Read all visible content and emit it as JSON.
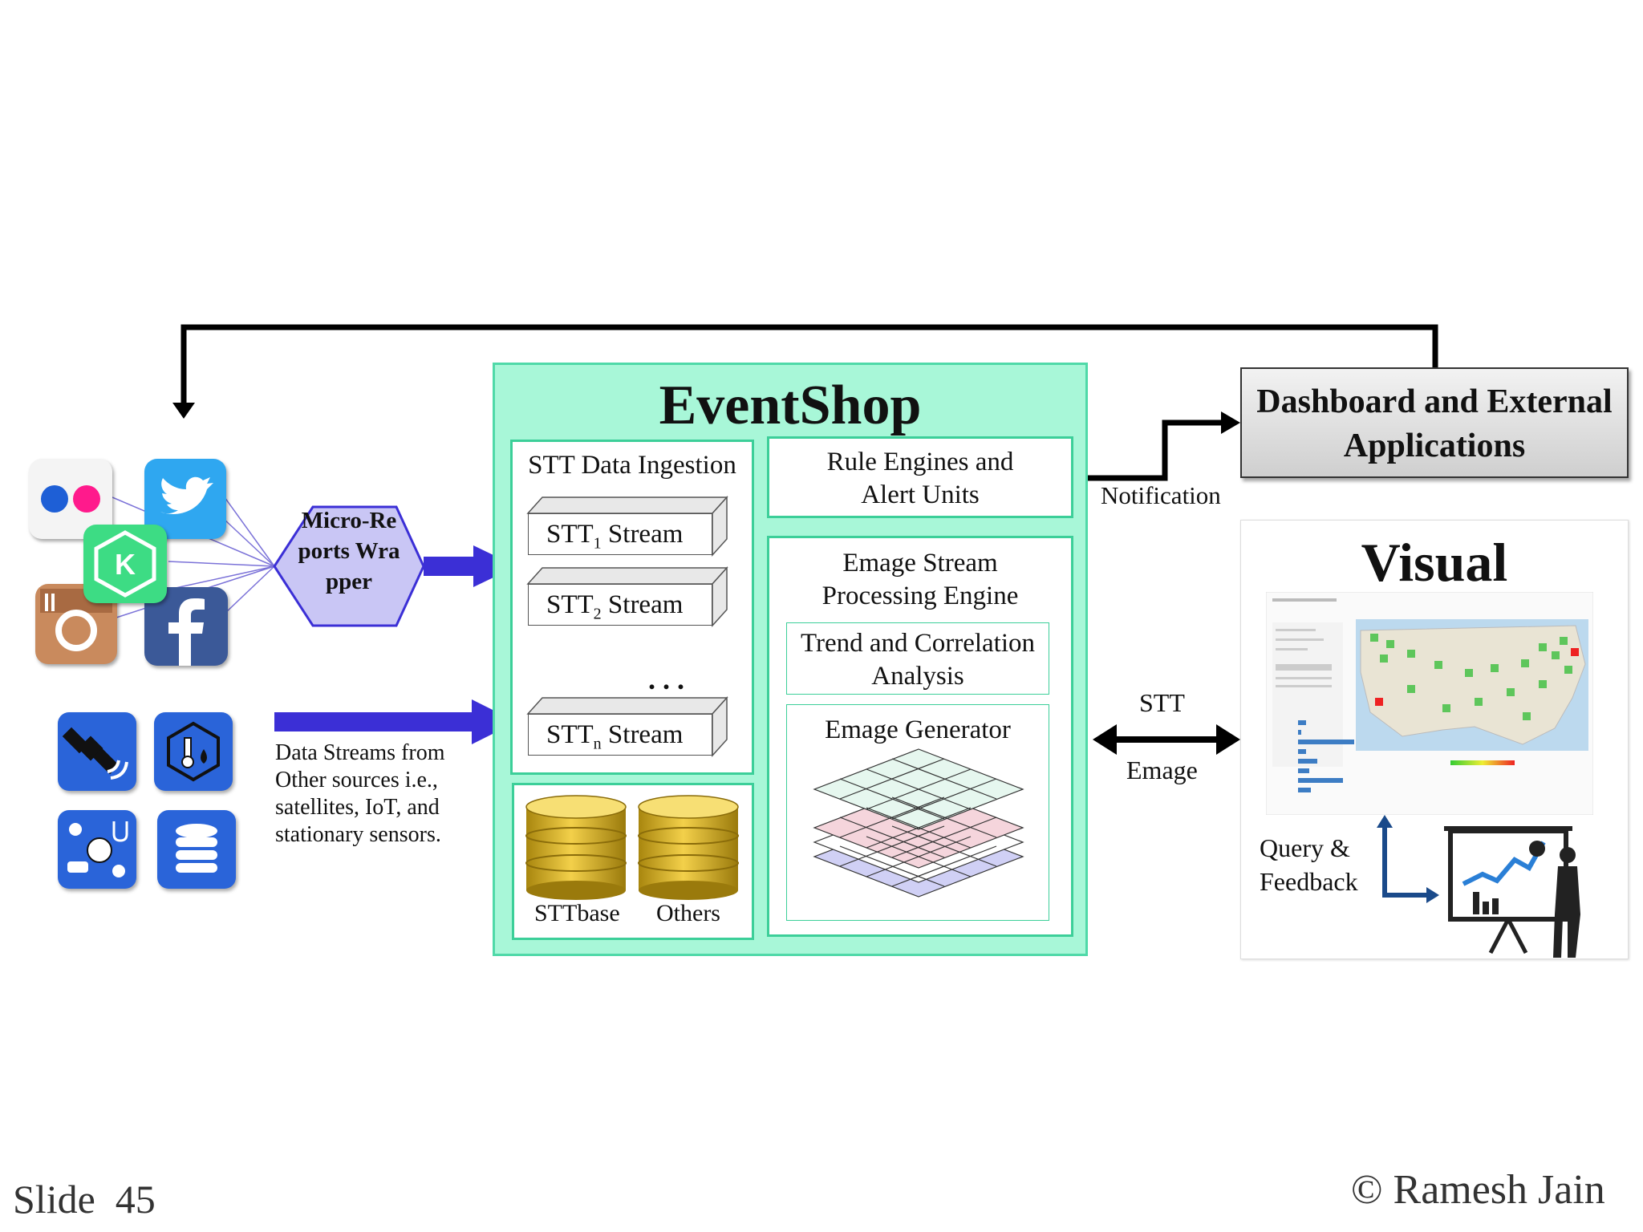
{
  "diagram": {
    "eventshop_title": "EventShop",
    "stt_ingestion_label": "STT Data Ingestion",
    "streams": [
      {
        "prefix": "STT",
        "sub": "1",
        "suffix": " Stream"
      },
      {
        "prefix": "STT",
        "sub": "2",
        "suffix": " Stream"
      },
      {
        "prefix": "STT",
        "sub": "n",
        "suffix": " Stream"
      }
    ],
    "ellipsis": ". . .",
    "storage_labels": [
      "STTbase",
      "Others"
    ],
    "rule_engines_label": "Rule Engines and Alert Units",
    "emage_engine_label": "Emage Stream Processing Engine",
    "trend_label": "Trend and Correlation Analysis",
    "emage_generator_label": "Emage Generator",
    "micro_reports_label": "Micro-Reports Wrapper",
    "data_streams_text": "Data Streams from Other sources i.e., satellites, IoT, and stationary sensors.",
    "notification_label": "Notification",
    "stt_label": "STT",
    "emage_label": "Emage",
    "dashboard_label": "Dashboard and External Applications",
    "visual_title": "Visual",
    "query_feedback_label": "Query & Feedback"
  },
  "slide": {
    "number_label": "Slide  45",
    "copyright": "© Ramesh Jain"
  },
  "icons": [
    "flickr-icon",
    "twitter-icon",
    "kik-icon",
    "instagram-icon",
    "facebook-icon",
    "satellite-icon",
    "sensor-icon",
    "iot-icon",
    "database-icon",
    "gold-database-icon",
    "presentation-icon"
  ],
  "colors": {
    "eventshop_fill": "#a8f7d8",
    "eventshop_border": "#4fd9a8",
    "arrow_blue": "#3b2fd6",
    "hexagon_fill": "#c9c6f5",
    "tile_blue": "#2a64d9"
  }
}
